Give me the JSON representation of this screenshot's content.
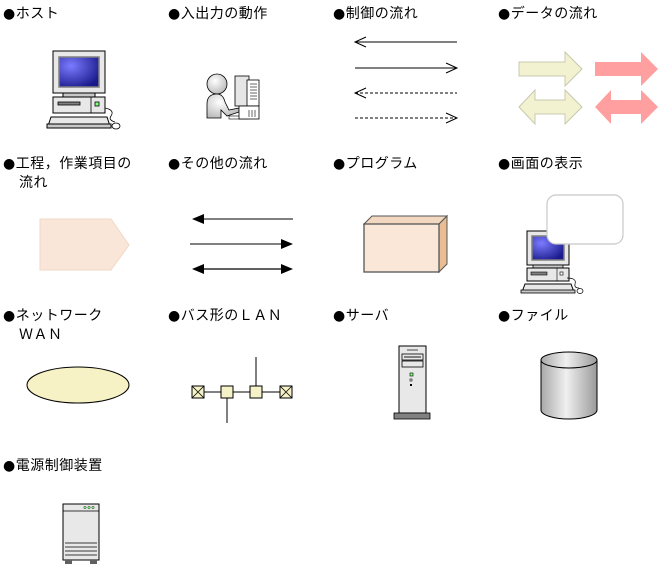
{
  "legend": {
    "host": {
      "label": "●ホスト",
      "icon": "desktop-computer-icon"
    },
    "io_operation": {
      "label": "●入出力の動作",
      "icon": "person-at-computer-icon"
    },
    "control_flow": {
      "label": "●制御の流れ",
      "icon": "open-arrows-icon",
      "styles": [
        "solid-left",
        "solid-right",
        "dashed-left",
        "dashed-right"
      ]
    },
    "data_flow": {
      "label": "●データの流れ",
      "icon": "block-arrows-icon",
      "colors": {
        "light": "#f2f2d0",
        "pink": "#ff9f9f"
      }
    },
    "process_flow": {
      "label_line1": "●工程，作業項目の",
      "label_line2": "流れ",
      "icon": "pentagon-arrow-icon",
      "color": "#fae6d8"
    },
    "other_flow": {
      "label": "●その他の流れ",
      "icon": "filled-arrows-icon",
      "styles": [
        "left",
        "right",
        "both"
      ]
    },
    "program": {
      "label": "●プログラム",
      "icon": "box-3d-icon",
      "color": "#fae7d8"
    },
    "screen_display": {
      "label": "●画面の表示",
      "icon": "computer-with-balloon-icon"
    },
    "network_wan": {
      "label_line1": "●ネットワーク",
      "label_line2": "ＷＡＮ",
      "icon": "ellipse-icon",
      "color": "#f6f2c6"
    },
    "bus_lan": {
      "label": "●バス形のＬＡＮ",
      "icon": "bus-lan-icon",
      "color": "#f4f2c6"
    },
    "server": {
      "label": "●サーバ",
      "icon": "tower-server-icon"
    },
    "file": {
      "label": "●ファイル",
      "icon": "cylinder-icon"
    },
    "power_control": {
      "label": "●電源制御装置",
      "icon": "power-control-unit-icon"
    }
  }
}
